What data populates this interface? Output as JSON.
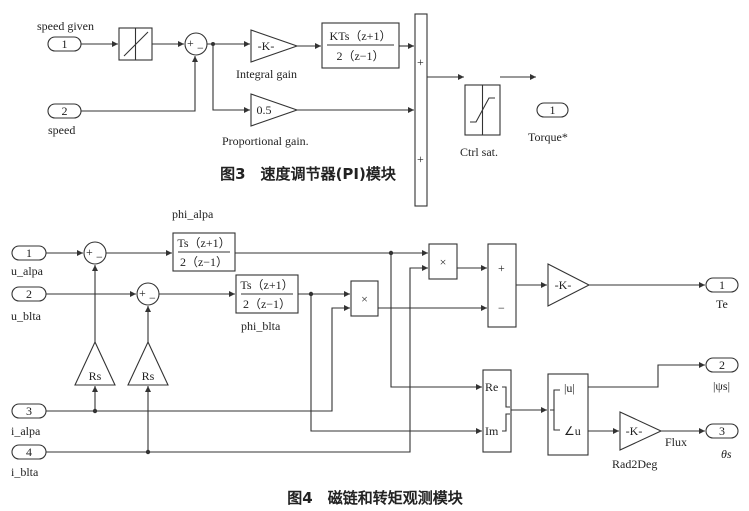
{
  "fig3": {
    "caption": "图3　速度调节器(PI)模块",
    "in1": {
      "num": "1",
      "label": "speed given"
    },
    "in2": {
      "num": "2",
      "label": "speed"
    },
    "sum_signs": [
      "+",
      "−"
    ],
    "integral_gain": {
      "text": "-K-",
      "label": "Integral gain"
    },
    "integrator": {
      "num": "KTs（z+1）",
      "den": "2（z−1）"
    },
    "prop_gain": {
      "text": "0.5",
      "label": "Proportional gain."
    },
    "add_signs": [
      "+",
      "+"
    ],
    "saturation_label": "Ctrl sat.",
    "out1": {
      "num": "1",
      "label": "Torque*"
    }
  },
  "fig4": {
    "caption": "图4　磁链和转矩观测模块",
    "inputs": [
      {
        "num": "1",
        "label": "u_alpa"
      },
      {
        "num": "2",
        "label": "u_blta"
      },
      {
        "num": "3",
        "label": "i_alpa"
      },
      {
        "num": "4",
        "label": "i_blta"
      }
    ],
    "sum_signs": [
      "+",
      "−"
    ],
    "rs_gain": "Rs",
    "tf_alpa": {
      "num": "Ts（z+1）",
      "den": "2（z−1）",
      "label": "phi_alpa"
    },
    "tf_blta": {
      "num": "Ts（z+1）",
      "den": "2（z−1）",
      "label": "phi_blta"
    },
    "product": "×",
    "diff_signs": [
      "+",
      "−"
    ],
    "torque_gain": "-K-",
    "re_im": {
      "re": "Re",
      "im": "Im"
    },
    "mag_angle": {
      "mag": "|u|",
      "angle": "∠u"
    },
    "rad2deg": {
      "text": "-K-",
      "label": "Rad2Deg",
      "signal": "Flux"
    },
    "outputs": [
      {
        "num": "1",
        "label": "Te"
      },
      {
        "num": "2",
        "label": "|ψs|"
      },
      {
        "num": "3",
        "label": "θs"
      }
    ]
  }
}
